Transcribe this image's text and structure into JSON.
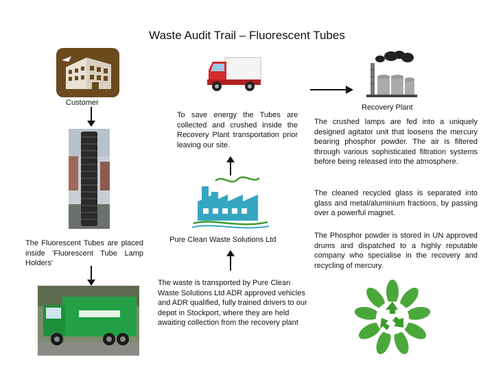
{
  "title": "Waste Audit Trail – Fluorescent Tubes",
  "nodes": {
    "customer": {
      "label": "Customer"
    },
    "recovery_plant": {
      "label": "Recovery Plant"
    },
    "pure_clean": {
      "label": "Pure Clean Waste Solutions Ltd"
    }
  },
  "texts": {
    "collection": "To save energy the Tubes are collected and crushed inside the Recovery Plant transportation prior leaving our site.",
    "crushing": "The crushed lamps are fed into a uniquely designed agitator unit that loosens the mercury bearing phosphor powder. The air is filtered through various sophisticated filtration systems before being released into the atmosphere.",
    "glass": "The cleaned recycled glass is separated into glass and metal/aluminium fractions, by passing over a powerful magnet.",
    "phosphor": "The Phosphor powder is stored in UN approved drums and dispatched to a highly reputable company who specialise in the recovery and recycling of mercury.",
    "holders": "The Fluorescent Tubes are placed inside 'Fluorescent Tube Lamp Holders'",
    "transport": "The waste is transported by Pure Clean Waste Solutions Ltd ADR approved vehicles and ADR qualified, fully trained drivers to our depot in Stockport, where they are held awaiting collection from the recovery plant"
  },
  "icons": [
    "building-icon",
    "van-icon",
    "factory-icon",
    "power-plant-icon",
    "recycle-icon"
  ],
  "colors": {
    "van_red": "#d42a2a",
    "factory_teal": "#35a6c2",
    "recycle_green": "#3c9a2c",
    "building_brown": "#6b4a1e"
  }
}
